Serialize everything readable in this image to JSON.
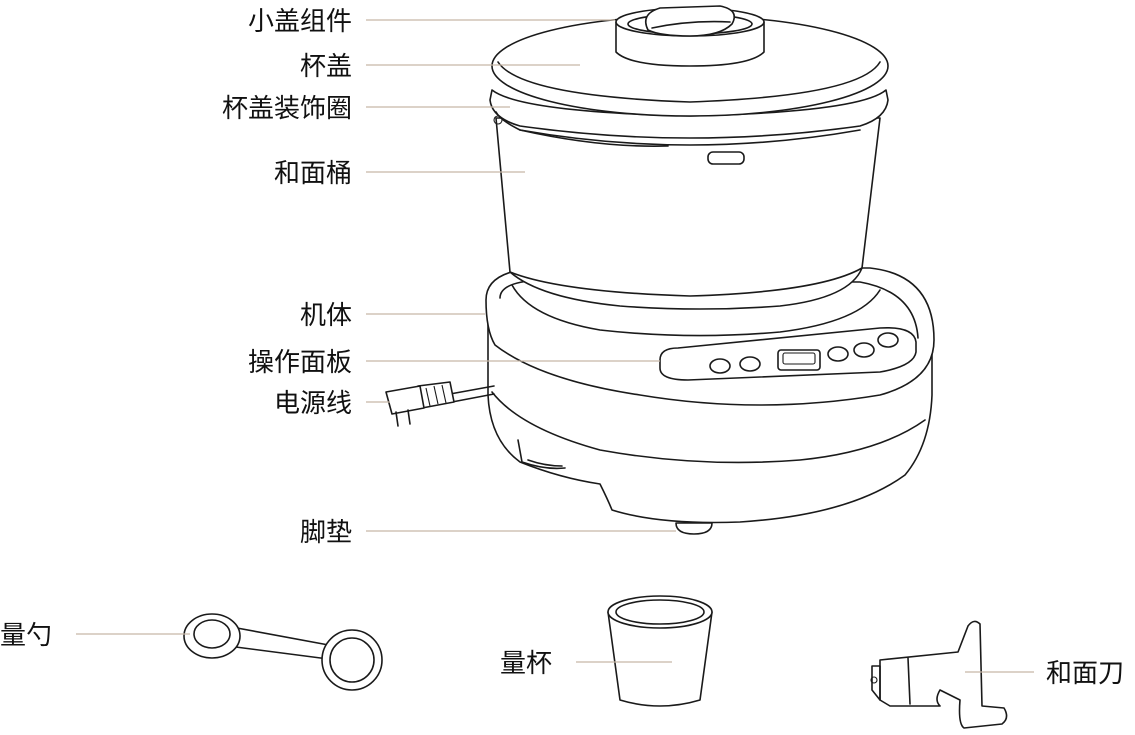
{
  "parts": {
    "small_lid": "小盖组件",
    "cup_lid": "杯盖",
    "lid_ring": "杯盖装饰圈",
    "bowl": "和面桶",
    "body": "机体",
    "panel": "操作面板",
    "cord": "电源线",
    "foot": "脚垫",
    "spoon": "量勺",
    "cup": "量杯",
    "blade": "和面刀"
  }
}
